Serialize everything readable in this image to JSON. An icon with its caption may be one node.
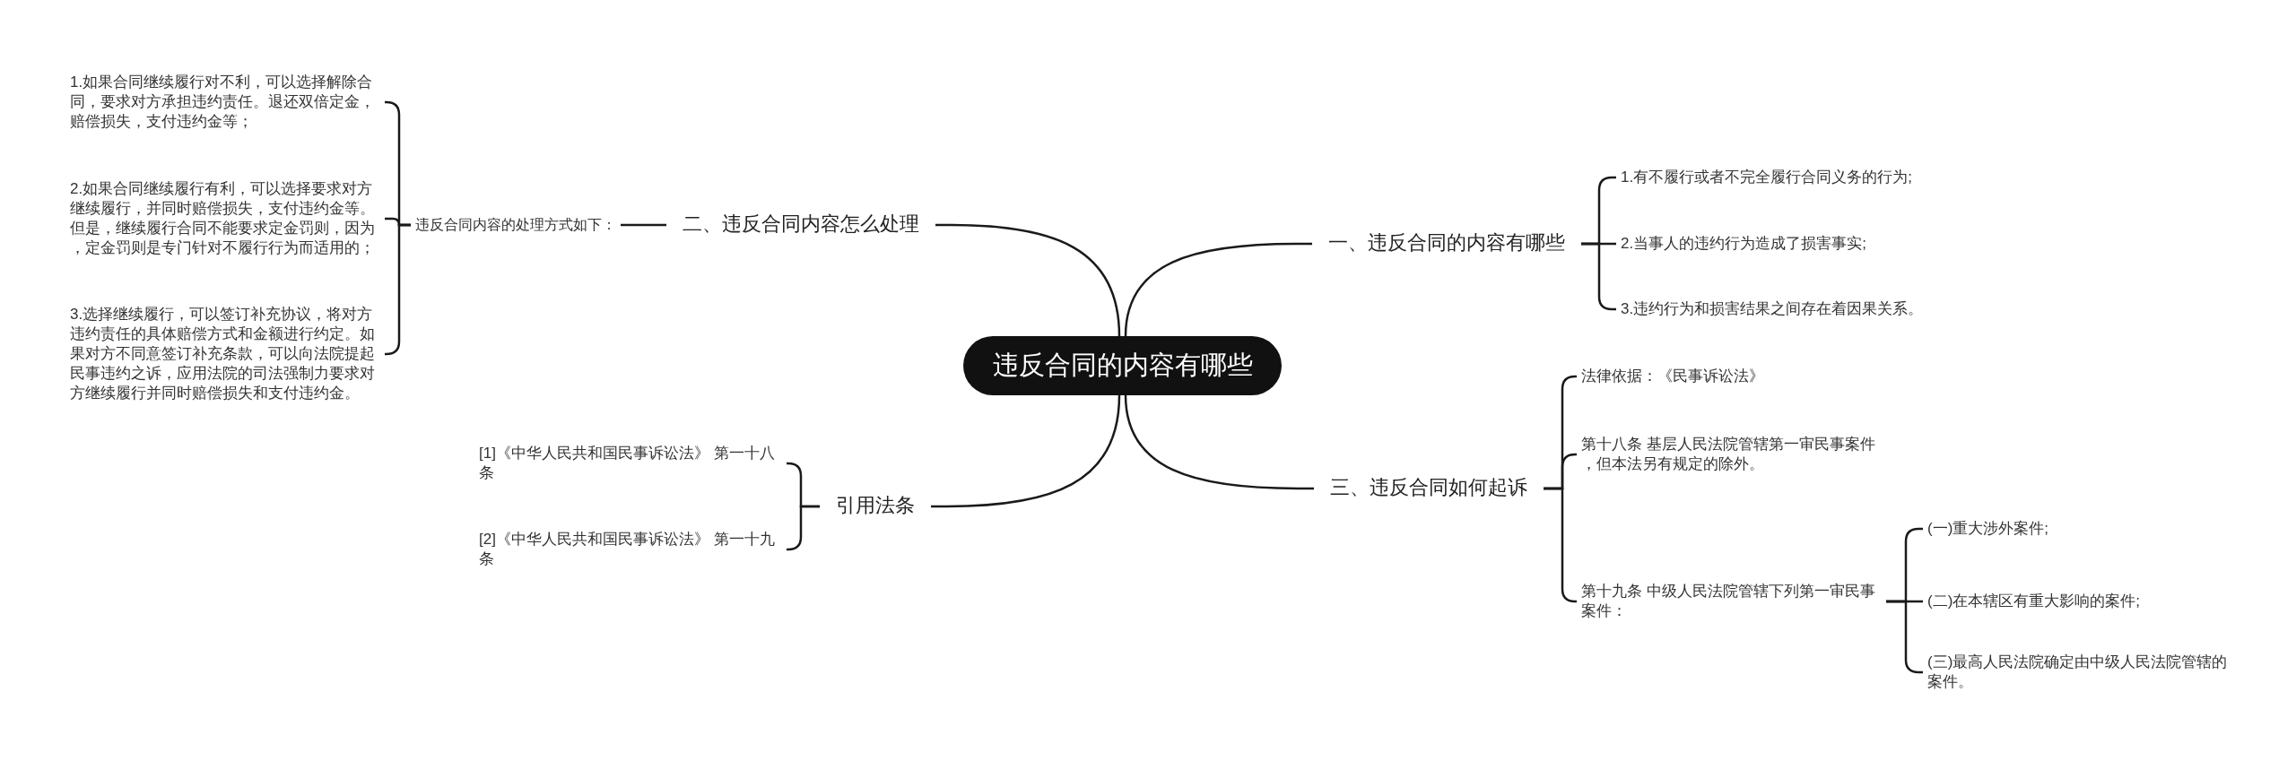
{
  "diagram": {
    "nodes": [
      {
        "text": [
          "违反合同的内容有哪些"
        ]
      },
      {
        "text": [
          "一、违反合同的内容有哪些"
        ]
      },
      {
        "text": [
          "1.有不履行或者不完全履行合同义务的行为;"
        ]
      },
      {
        "text": [
          "2.当事人的违约行为造成了损害事实;"
        ]
      },
      {
        "text": [
          "3.违约行为和损害结果之间存在着因果关系。"
        ]
      },
      {
        "text": [
          "二、违反合同内容怎么处理"
        ]
      },
      {
        "text": [
          "违反合同内容的处理方式如下："
        ]
      },
      {
        "text": [
          "1.如果合同继续履行对不利，可以选择解除合同，要求对方承担违约责任。退还双倍定金，赔偿损失，支付违约金等；"
        ]
      },
      {
        "text": [
          "2.如果合同继续履行有利，可以选择要求对方继续履行，并同时赔偿损失，支付违约金等。但是，继续履行合同不能要求定金罚则，因为，定金罚则是专门针对不履行行为而适用的；"
        ]
      },
      {
        "text": [
          "3.选择继续履行，可以签订补充协议，将对方违约责任的具体赔偿方式和金额进行约定。如果对方不同意签订补充条款，可以向法院提起民事违约之诉，应用法院的司法强制力要求对方继续履行并同时赔偿损失和支付违约金。"
        ]
      },
      {
        "text": [
          "三、违反合同如何起诉"
        ]
      },
      {
        "text": [
          "法律依据：《民事诉讼法》"
        ]
      },
      {
        "text": [
          "第十八条 基层人民法院管辖第一审民事案件，但本法另有规定的除外。"
        ]
      },
      {
        "text": [
          "第十九条 中级人民法院管辖下列第一审民事案件："
        ]
      },
      {
        "text": [
          "(一)重大涉外案件;"
        ]
      },
      {
        "text": [
          "(二)在本辖区有重大影响的案件;"
        ]
      },
      {
        "text": [
          "(三)最高人民法院确定由中级人民法院管辖的案件。"
        ]
      },
      {
        "text": [
          "引用法条"
        ]
      },
      {
        "text": [
          "[1]《中华人民共和国民事诉讼法》 第一十八条"
        ]
      },
      {
        "text": [
          "[2]《中华人民共和国民事诉讼法》 第一十九条"
        ]
      }
    ],
    "edges": [
      {
        "from": 0,
        "to": 1,
        "arrow": "none"
      },
      {
        "from": 1,
        "to": 2,
        "arrow": "none"
      },
      {
        "from": 1,
        "to": 3,
        "arrow": "none"
      },
      {
        "from": 1,
        "to": 4,
        "arrow": "none"
      },
      {
        "from": 0,
        "to": 5,
        "arrow": "none"
      },
      {
        "from": 5,
        "to": 6,
        "arrow": "none"
      },
      {
        "from": 6,
        "to": 7,
        "arrow": "none"
      },
      {
        "from": 6,
        "to": 8,
        "arrow": "none"
      },
      {
        "from": 6,
        "to": 9,
        "arrow": "none"
      },
      {
        "from": 0,
        "to": 10,
        "arrow": "none"
      },
      {
        "from": 10,
        "to": 11,
        "arrow": "none"
      },
      {
        "from": 10,
        "to": 12,
        "arrow": "none"
      },
      {
        "from": 10,
        "to": 13,
        "arrow": "none"
      },
      {
        "from": 13,
        "to": 14,
        "arrow": "none"
      },
      {
        "from": 13,
        "to": 15,
        "arrow": "none"
      },
      {
        "from": 13,
        "to": 16,
        "arrow": "none"
      },
      {
        "from": 0,
        "to": 17,
        "arrow": "none"
      },
      {
        "from": 17,
        "to": 18,
        "arrow": "none"
      },
      {
        "from": 17,
        "to": 19,
        "arrow": "none"
      }
    ]
  }
}
